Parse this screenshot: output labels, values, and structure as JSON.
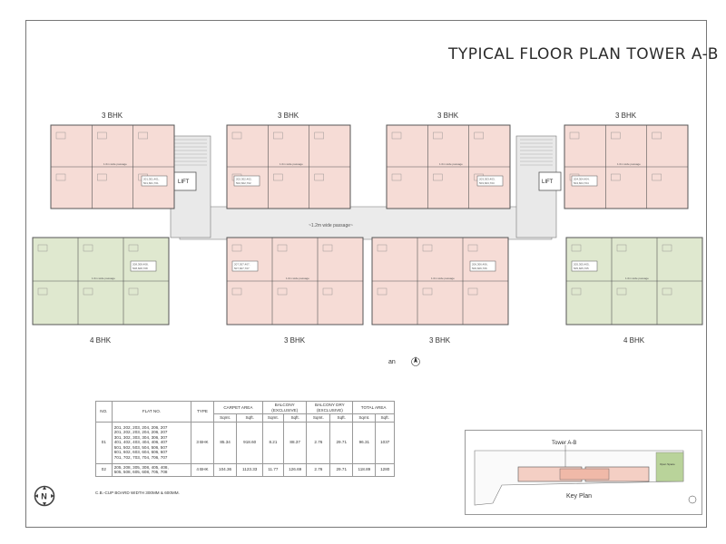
{
  "page_title": "TYPICAL FLOOR PLAN TOWER A-B",
  "units": {
    "top": [
      "3 BHK",
      "3 BHK",
      "3 BHK",
      "3 BHK"
    ],
    "bottom": [
      "4 BHK",
      "3 BHK",
      "3 BHK",
      "4 BHK"
    ]
  },
  "flat_tags": {
    "top": [
      [
        "201,301,401,",
        "501,601,701"
      ],
      [
        "202,302,402,",
        "502,602,702"
      ],
      [
        "203,303,403,",
        "503,603,703"
      ],
      [
        "204,304,404,",
        "504,604,704"
      ]
    ],
    "bottom": [
      [
        "208,308,408,",
        "508,608,708"
      ],
      [
        "207,307,407,",
        "507,607,707"
      ],
      [
        "206,306,406,",
        "506,606,706"
      ],
      [
        "205,305,405,",
        "505,605,705"
      ]
    ]
  },
  "lift_label": "LIFT",
  "passage_main": "~1.2m wide passage~",
  "passage_unit": "1.0m wide passage",
  "plan_caption": "an",
  "table": {
    "headers": {
      "no": "NO.",
      "flat_no": "FLAT NO.",
      "type": "TYPE",
      "carpet": "CARPET AREA",
      "balcony": "BALCONY",
      "balcony_sub": "(EXCLUSIVE)",
      "balcony_dry": "BALCONY DRY",
      "balcony_dry_sub": "(EXCLUSIVE)",
      "total": "TOTAL AREA",
      "sqmt": "Sqmt.",
      "sqft": "Sqft."
    },
    "rows": [
      {
        "no": "01",
        "flats": [
          "201, 202, 203, 204, 206, 207",
          "201, 202, 203, 204, 206, 207",
          "301, 302, 303, 304, 306, 307",
          "401, 402, 403, 404, 406, 407",
          "501, 502, 503, 504, 506, 507",
          "601, 602, 603, 604, 606, 607",
          "701, 702, 703, 704, 706, 707"
        ],
        "type": "3 BHK",
        "carpet_sqmt": "85.34",
        "carpet_sqft": "918.60",
        "balcony_sqmt": "8.21",
        "balcony_sqft": "88.37",
        "dry_sqmt": "2.76",
        "dry_sqft": "29.71",
        "total_sqmt": "96.31",
        "total_sqft": "1037"
      },
      {
        "no": "02",
        "flats": [
          "205, 208, 305, 308, 405, 408,",
          "505, 508, 605, 608, 705, 708"
        ],
        "type": "4 BHK",
        "carpet_sqmt": "104.36",
        "carpet_sqft": "1123.33",
        "balcony_sqmt": "11.77",
        "balcony_sqft": "126.69",
        "dry_sqmt": "2.76",
        "dry_sqft": "29.71",
        "total_sqmt": "118.89",
        "total_sqft": "1280"
      }
    ]
  },
  "note": "C.B.-CUP BOARD WIDTH 300MM & 600MM.",
  "compass_label": "N",
  "key_plan": {
    "tower_label": "Tower A-B",
    "title": "Key Plan",
    "green_label": "Open Space"
  },
  "colors": {
    "room_pink": "#f6dcd6",
    "room_green": "#dfe8cf",
    "wall": "#555555",
    "passage_gray": "#e6e6e6",
    "lift_gray": "#cfcfcf"
  }
}
